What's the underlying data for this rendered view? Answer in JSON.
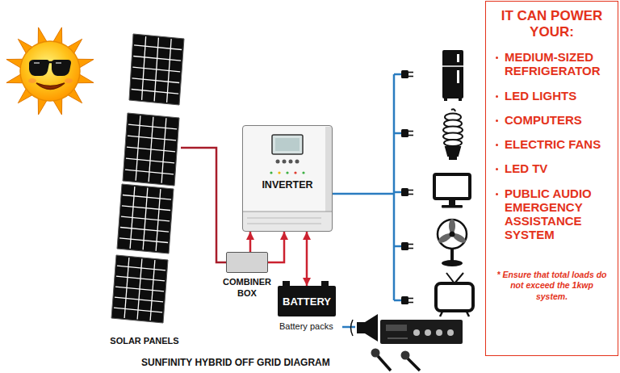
{
  "diagram": {
    "caption": "SUNFINITY HYBRID OFF GRID DIAGRAM",
    "nodes": [
      {
        "text": [
          "SOLAR PANELS"
        ]
      },
      {
        "text": [
          "INVERTER"
        ]
      },
      {
        "text": [
          "COMBINER BOX"
        ]
      },
      {
        "text": [
          "BATTERY"
        ]
      },
      {
        "text": [
          "IT CAN POWER YOUR:",
          "MEDIUM-SIZED REFRIGERATOR",
          "LED LIGHTS",
          "COMPUTERS",
          "ELECTRIC FANS",
          "LED TV",
          "PUBLIC AUDIO EMERGENCY ASSISTANCE SYSTEM",
          "* Ensure that total loads do not exceed the 1kwp system."
        ]
      }
    ],
    "edges": [
      {
        "from": 0,
        "to": 2,
        "arrow": "none"
      },
      {
        "from": 2,
        "to": 1,
        "arrow": "to"
      },
      {
        "from": 2,
        "to": 1,
        "arrow": "to"
      },
      {
        "from": 3,
        "to": 1,
        "arrow": "both"
      }
    ],
    "labels": [
      "Battery packs"
    ]
  }
}
